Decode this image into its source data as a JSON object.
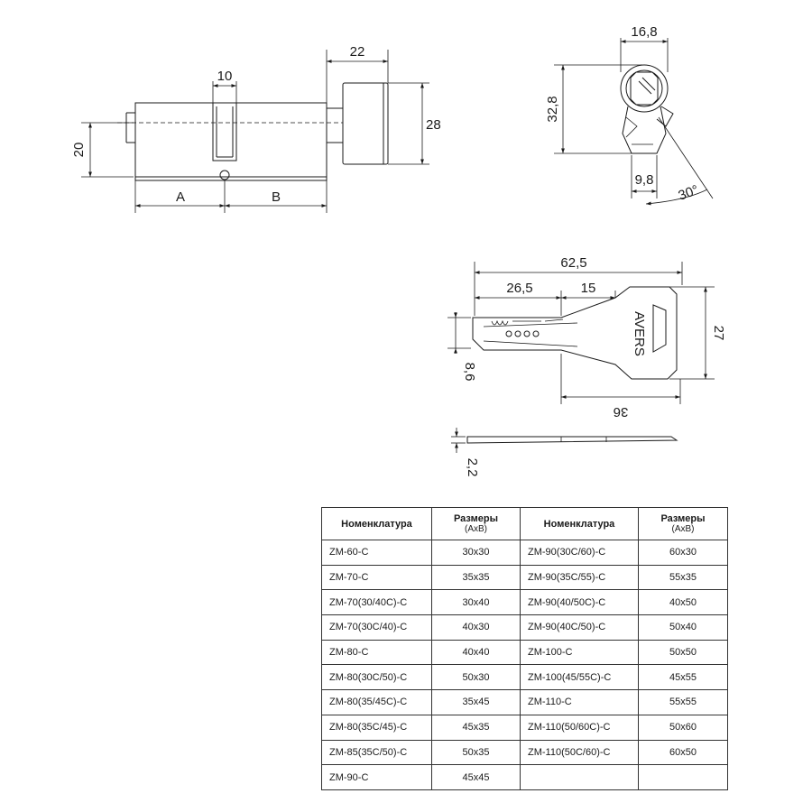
{
  "dimensions": {
    "cylinder": {
      "cam_width": "10",
      "knob_length": "22",
      "knob_height": "28",
      "body_height": "20",
      "label_a": "A",
      "label_b": "B"
    },
    "profile": {
      "width": "16,8",
      "height": "32,8",
      "cam_offset": "9,8",
      "angle": "30°"
    },
    "key": {
      "total_length": "62,5",
      "segment_1": "26,5",
      "segment_2": "15",
      "head_height": "27",
      "blade_height": "8,6",
      "blade_length": "36",
      "thickness": "2,2",
      "brand": "AVERS"
    }
  },
  "table": {
    "header_name": "Номенклатура",
    "header_size": "Размеры",
    "header_size_sub": "(АхВ)",
    "left": [
      {
        "name": "ZM-60-C",
        "size": "30x30"
      },
      {
        "name": "ZM-70-C",
        "size": "35x35"
      },
      {
        "name": "ZM-70(30/40C)-C",
        "size": "30x40"
      },
      {
        "name": "ZM-70(30C/40)-C",
        "size": "40x30"
      },
      {
        "name": "ZM-80-C",
        "size": "40x40"
      },
      {
        "name": "ZM-80(30C/50)-C",
        "size": "50x30"
      },
      {
        "name": "ZM-80(35/45C)-C",
        "size": "35x45"
      },
      {
        "name": "ZM-80(35C/45)-C",
        "size": "45x35"
      },
      {
        "name": "ZM-85(35C/50)-C",
        "size": "50x35"
      },
      {
        "name": "ZM-90-C",
        "size": "45x45"
      }
    ],
    "right": [
      {
        "name": "ZM-90(30C/60)-C",
        "size": "60x30"
      },
      {
        "name": "ZM-90(35C/55)-C",
        "size": "55x35"
      },
      {
        "name": "ZM-90(40/50C)-C",
        "size": "40x50"
      },
      {
        "name": "ZM-90(40C/50)-C",
        "size": "50x40"
      },
      {
        "name": "ZM-100-C",
        "size": "50x50"
      },
      {
        "name": "ZM-100(45/55C)-C",
        "size": "45x55"
      },
      {
        "name": "ZM-110-C",
        "size": "55x55"
      },
      {
        "name": "ZM-110(50/60C)-C",
        "size": "50x60"
      },
      {
        "name": "ZM-110(50C/60)-C",
        "size": "60x50"
      },
      {
        "name": "",
        "size": ""
      }
    ]
  }
}
